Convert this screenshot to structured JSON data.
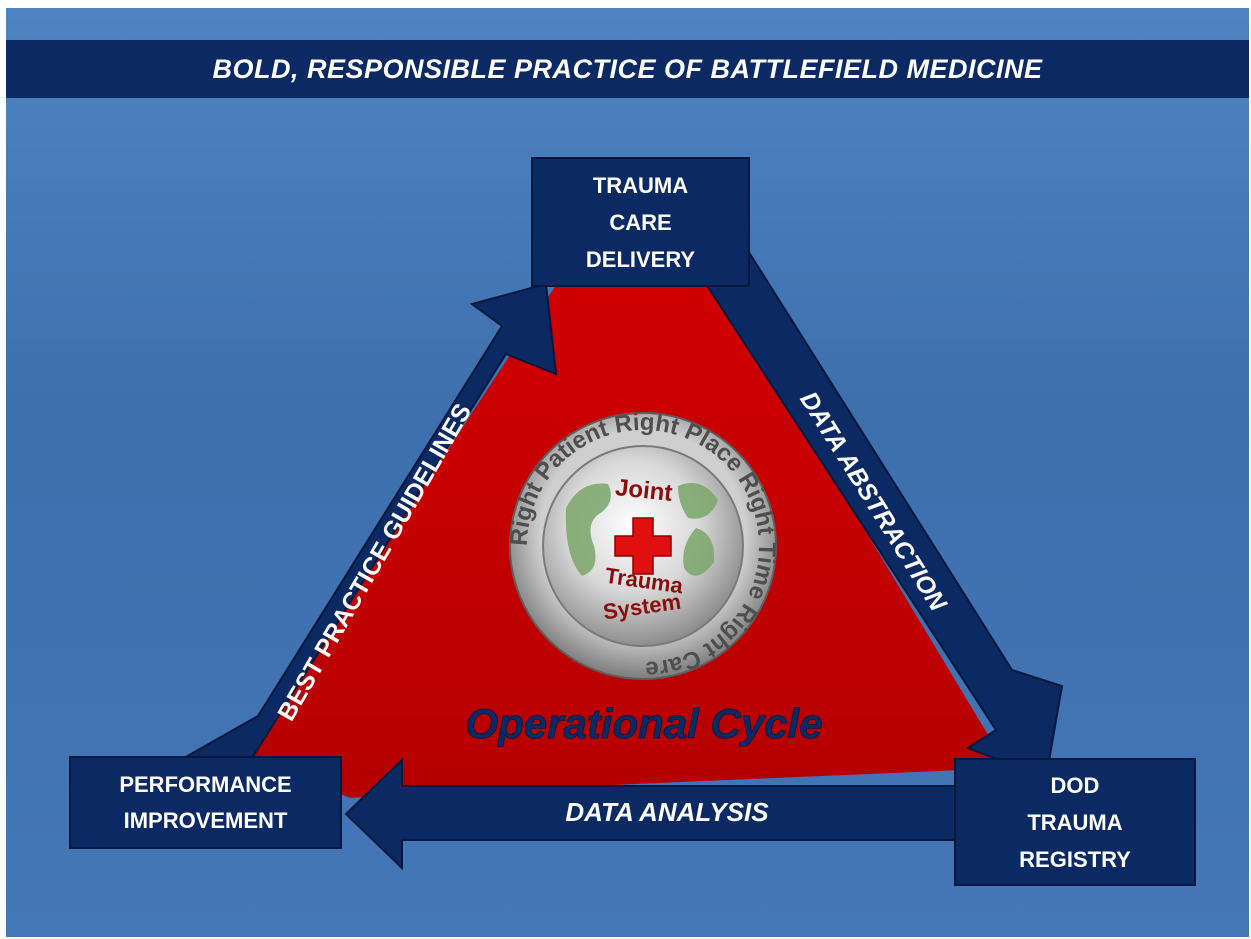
{
  "title": "BOLD, RESPONSIBLE PRACTICE OF BATTLEFIELD MEDICINE",
  "nodes": {
    "trauma_care": [
      "TRAUMA",
      "CARE",
      "DELIVERY"
    ],
    "performance": [
      "PERFORMANCE",
      "IMPROVEMENT"
    ],
    "dod_registry": [
      "DOD",
      "TRAUMA",
      "REGISTRY"
    ]
  },
  "arrows": {
    "left": "BEST PRACTICE GUIDELINES",
    "right": "DATA ABSTRACTION",
    "bottom": "DATA ANALYSIS"
  },
  "center_label": "Operational Cycle",
  "logo": {
    "ring_text": "Right Patient  Right Place  Right Time  Right Care",
    "inner_top": "Joint",
    "inner_bottom_1": "Trauma",
    "inner_bottom_2": "System"
  },
  "colors": {
    "background": "#4677b8",
    "dark_navy": "#0b2a63",
    "triangle_red": "#c00000",
    "cross_red": "#e01010",
    "center_label": "#0b2a63"
  }
}
